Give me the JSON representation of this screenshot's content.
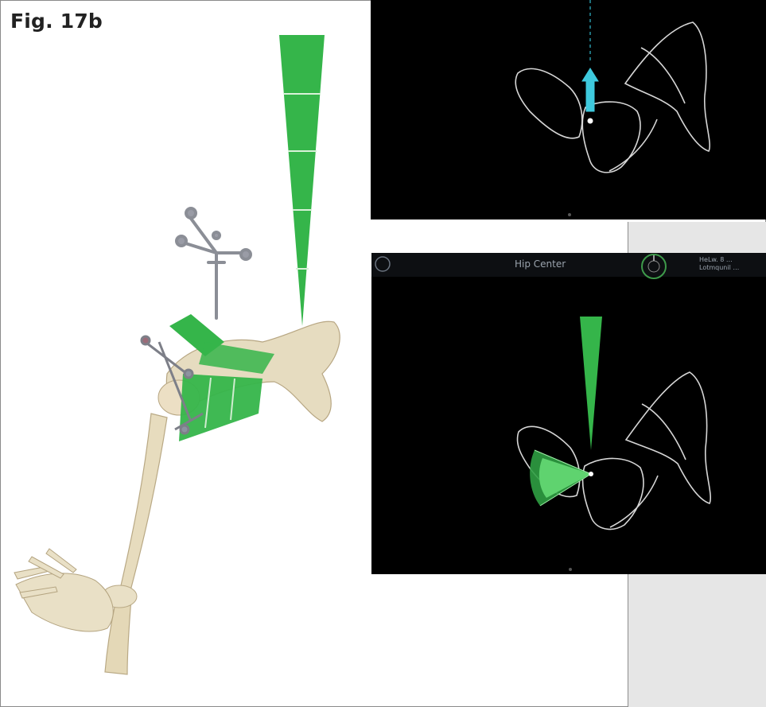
{
  "figure": {
    "label": "Fig. 17b"
  },
  "screens": {
    "bottom": {
      "title": "Hip Center",
      "readout_line1": "HeLw. 8 …",
      "readout_line2": "Lotmqunil …"
    }
  },
  "colors": {
    "guide_green": "#35b54a",
    "navigation_arrow": "#3ec9dd",
    "screen_background": "#000000",
    "bone": "#e6dcc0",
    "side_panel": "#e6e6e6"
  },
  "icons": {
    "top_left": "circle-icon",
    "center": "compass-circle-icon"
  }
}
